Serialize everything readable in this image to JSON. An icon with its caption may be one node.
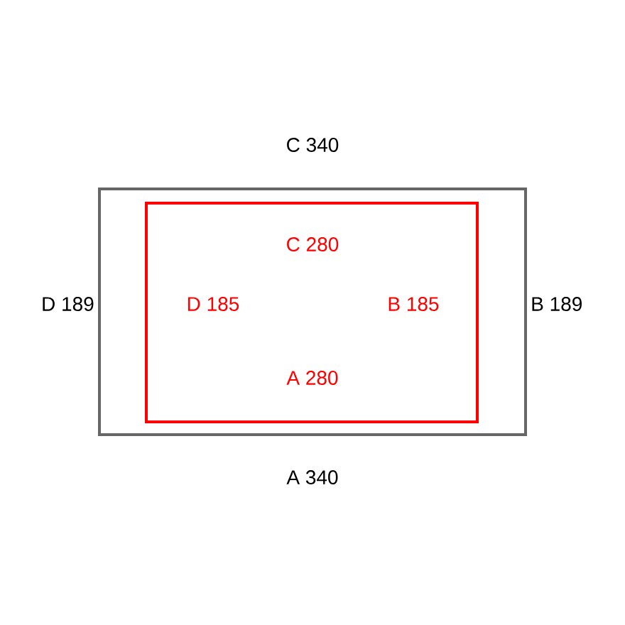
{
  "diagram": {
    "nodes": [
      {
        "text": [],
        "shape": "box",
        "beside": [
          "C 340",
          "D 189",
          "B 189",
          "A 340"
        ]
      },
      {
        "text": [
          "C 280",
          "D 185",
          "B 185",
          "A 280"
        ],
        "in": 0
      }
    ]
  }
}
